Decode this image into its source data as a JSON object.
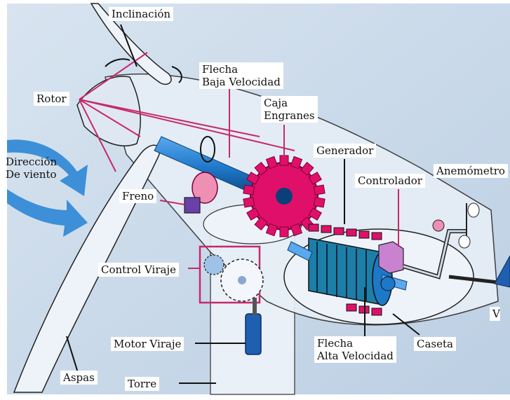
{
  "labels": {
    "inclinacion": "Inclinación",
    "flecha_baja": [
      "Flecha",
      "Baja Velocidad"
    ],
    "rotor": "Rotor",
    "caja": [
      "Caja",
      "Engranes"
    ],
    "generador": "Generador",
    "direccion": [
      "Dirección",
      "De viento"
    ],
    "anemometro": "Anemómetro",
    "controlador": "Controlador",
    "freno": "Freno",
    "control_viraje": "Control Viraje",
    "motor_viraje": "Motor Viraje",
    "flecha_alta": [
      "Flecha",
      "Alta Velocidad"
    ],
    "caseta": "Caseta",
    "aspas": "Aspas",
    "torre": "Torre",
    "veleta_partial": "V"
  },
  "colors": {
    "background": "#c9d9ea",
    "nacelle": "#e6eef6",
    "shaft_blue": "#1e78c8",
    "gear_magenta": "#e0106a",
    "pointer_line": "#c8286e",
    "outline": "#1a1a1a",
    "wind_arrow": "#3d8fd8"
  }
}
